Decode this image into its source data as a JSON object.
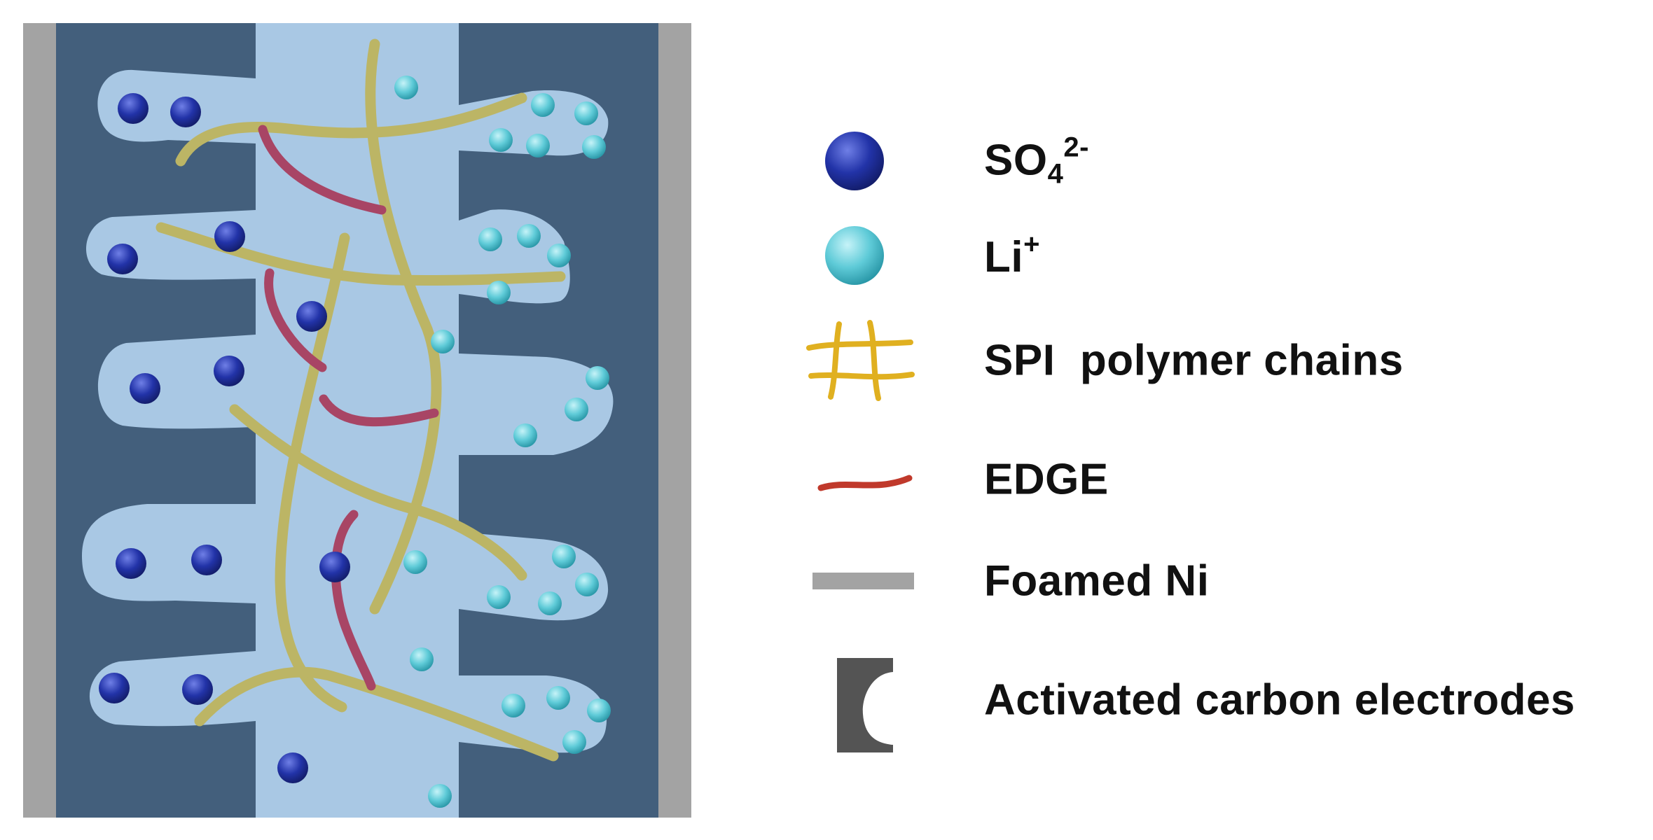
{
  "colors": {
    "foamed_ni": "#a3a3a3",
    "electrode": "#435f7c",
    "electrolyte": "#a9c8e4",
    "so4_ion": "#2233a8",
    "li_ion": "#5fcbd8",
    "spi_chain": "#bcb565",
    "edge_chain": "#a84565",
    "legend_electrode": "#545454"
  },
  "legend": {
    "so4": {
      "base": "SO",
      "sub": "4",
      "sup": "2-",
      "icon": "dark-blue-sphere"
    },
    "li": {
      "base": "Li",
      "sup": "+",
      "icon": "cyan-sphere"
    },
    "spi": {
      "label": "SPI  polymer chains",
      "icon": "yellow-crosshatch"
    },
    "edge": {
      "label": "EDGE",
      "icon": "red-curve"
    },
    "foamed_ni": {
      "label": "Foamed Ni",
      "icon": "gray-bar"
    },
    "electrode": {
      "label": "Activated carbon electrodes",
      "icon": "bracket-shape"
    }
  }
}
